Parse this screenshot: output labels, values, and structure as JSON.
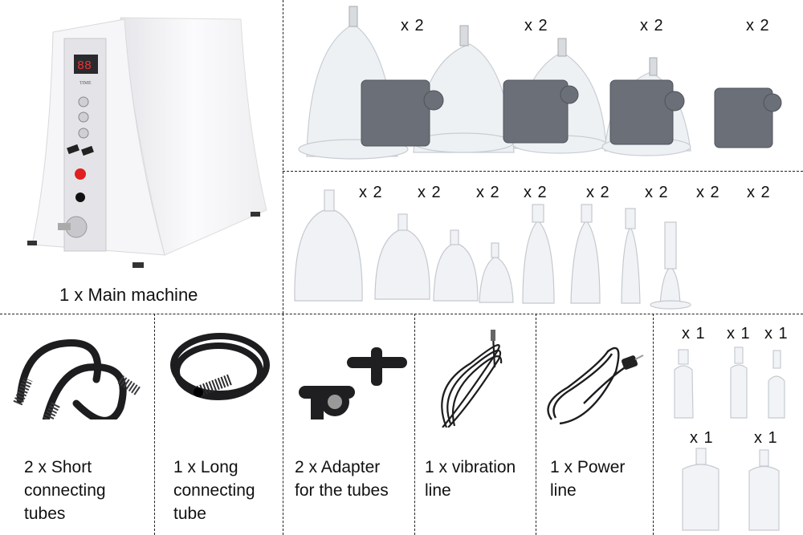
{
  "main_machine": {
    "label": "1 x  Main machine",
    "display_label": "TIME",
    "display_value": "88",
    "colors": {
      "body": "#f4f4f6",
      "panel": "#e9e9ec",
      "button_red": "#e02020"
    }
  },
  "suction_cups_large": {
    "items": [
      {
        "qty": "x 2"
      },
      {
        "qty": "x 2"
      },
      {
        "qty": "x 2"
      },
      {
        "qty": "x 2"
      }
    ],
    "colors": {
      "vibrator": "#6b6f78"
    }
  },
  "suction_cups_small": {
    "items": [
      {
        "qty": "x 2"
      },
      {
        "qty": "x 2"
      },
      {
        "qty": "x 2"
      },
      {
        "qty": "x 2"
      },
      {
        "qty": "x 2"
      },
      {
        "qty": "x 2"
      },
      {
        "qty": "x 2"
      },
      {
        "qty": "x 2"
      }
    ]
  },
  "accessories": [
    {
      "line1": "2 x Short",
      "line2": "connecting",
      "line3": "tubes"
    },
    {
      "line1": "1 x Long",
      "line2": "connecting",
      "line3": "tube"
    },
    {
      "line1": "2 x Adapter",
      "line2": "for the tubes",
      "line3": ""
    },
    {
      "line1": "1 x vibration",
      "line2": "line",
      "line3": ""
    },
    {
      "line1": "1 x Power",
      "line2": "line",
      "line3": ""
    }
  ],
  "extra_cups": {
    "row1": [
      {
        "qty": "x 1"
      },
      {
        "qty": "x 1"
      },
      {
        "qty": "x 1"
      }
    ],
    "row2": [
      {
        "qty": "x 1"
      },
      {
        "qty": "x 1"
      }
    ]
  }
}
